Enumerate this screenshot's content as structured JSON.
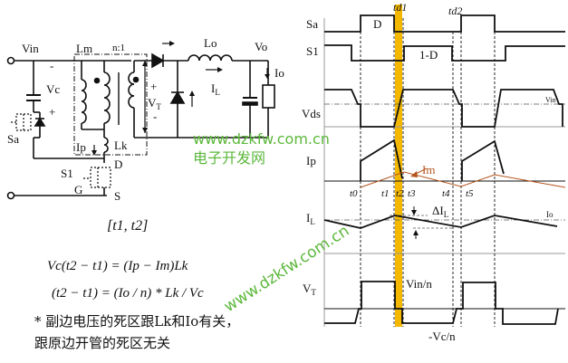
{
  "circuit": {
    "labels": {
      "vin": "Vin",
      "lm": "Lm",
      "ratio": "n:1",
      "lo": "Lo",
      "vo": "Vo",
      "io": "Io",
      "vc": "Vc",
      "vc_minus": "-",
      "vc_plus": "+",
      "sa": "Sa",
      "vt": "V",
      "vt_sub": "T",
      "vt_plus": "+",
      "vt_minus": "-",
      "il": "I",
      "il_sub": "L",
      "ip": "Ip",
      "lk": "Lk",
      "s1": "S1",
      "d": "D",
      "g": "G",
      "s": "S"
    }
  },
  "interval": "[t1, t2]",
  "equations": [
    "Vc(t2 − t1) = (Ip − Im)Lk",
    "(t2 − t1) = (Io / n) * Lk / Vc"
  ],
  "notes": [
    "* 副边电压的死区跟Lk和Io有关，",
    "跟原边开管的死区无关"
  ],
  "watermark": {
    "url": "www.dzkfw.com.cn",
    "name": "电子开发网",
    "color": "#5cb83c"
  },
  "waveforms": {
    "highlight_color": "#f5b800",
    "im_color": "#b5541c",
    "rows": {
      "sa": "Sa",
      "s1": "S1",
      "vds": "Vds",
      "ip": "Ip",
      "il": "I",
      "il_sub": "L",
      "vt": "V",
      "vt_sub": "T"
    },
    "annotations": {
      "td1": "td1",
      "td2": "td2",
      "duty": "D",
      "one_minus_duty": "1-D",
      "vin_level": "Vin",
      "im": "Im",
      "delta_il": "ΔI",
      "delta_il_sub": "L",
      "io_level": "Io",
      "vin_over_n": "Vin/n",
      "neg_vc_over_n": "-Vc/n"
    },
    "time_marks": [
      "t0",
      "t1",
      "t2",
      "t3",
      "t4",
      "t5"
    ]
  }
}
